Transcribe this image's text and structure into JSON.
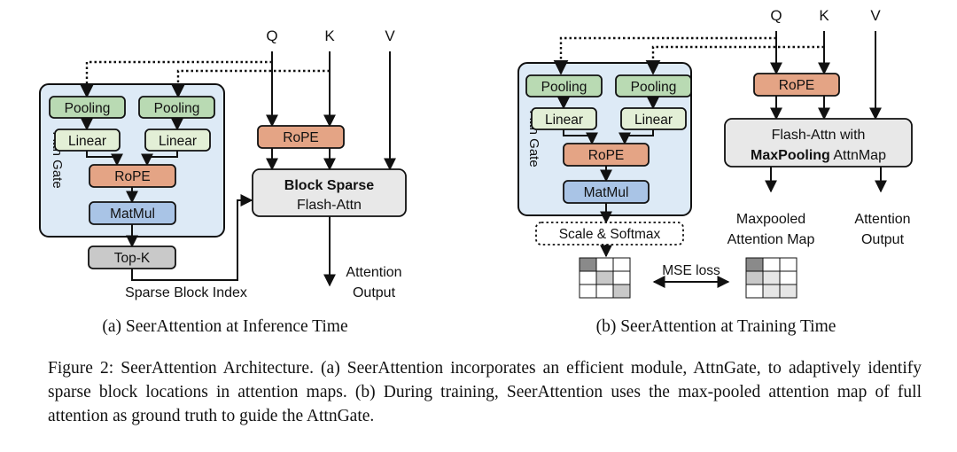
{
  "colors": {
    "gate_fill": "#ddeaf6",
    "pooling": "#b9dab3",
    "linear": "#e3efd6",
    "rope": "#e4a485",
    "matmul": "#a9c4e6",
    "topk": "#c9c9c9",
    "flash": "#e8e8e8",
    "matrix_dark": "#8a8a8a",
    "matrix_mid": "#c8c8c8",
    "matrix_light": "#e6e6e6"
  },
  "left": {
    "q": "Q",
    "k": "K",
    "v": "V",
    "gate_label": "Attn Gate",
    "pooling": "Pooling",
    "linear": "Linear",
    "rope_inner": "RoPE",
    "matmul": "MatMul",
    "topk": "Top-K",
    "rope": "RoPE",
    "block_line1": "Block Sparse",
    "block_line2": "Flash-Attn",
    "sparse_index": "Sparse Block Index",
    "output_line1": "Attention",
    "output_line2": "Output",
    "subcaption": "(a) SeerAttention at Inference Time"
  },
  "right": {
    "q": "Q",
    "k": "K",
    "v": "V",
    "gate_label": "Attn Gate",
    "pooling": "Pooling",
    "linear": "Linear",
    "rope_inner": "RoPE",
    "matmul": "MatMul",
    "rope": "RoPE",
    "flash_line1": "Flash-Attn with",
    "flash_bold": "MaxPooling",
    "flash_rest": " AttnMap",
    "scale": "Scale & Softmax",
    "maxpooled_line1": "Maxpooled",
    "maxpooled_line2": "Attention Map",
    "output_line1": "Attention",
    "output_line2": "Output",
    "mse": "MSE loss",
    "subcaption": "(b) SeerAttention at Training Time"
  },
  "caption": "Figure 2: SeerAttention Architecture. (a) SeerAttention incorporates an efficient module, AttnGate, to adaptively identify sparse block locations in attention maps. (b) During training, SeerAttention uses the max-pooled attention map of full attention as ground truth to guide the AttnGate."
}
